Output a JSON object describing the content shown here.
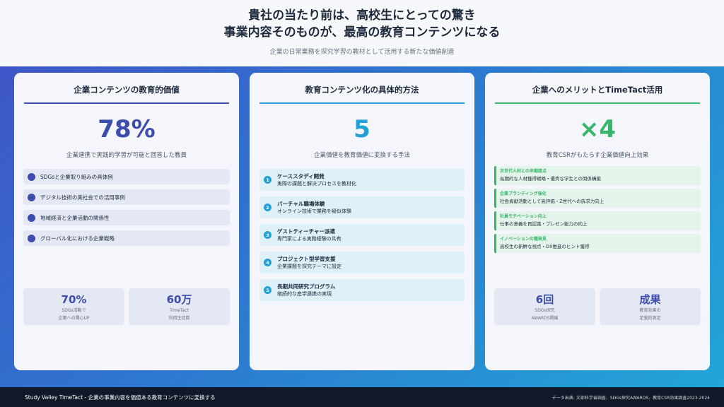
{
  "header": {
    "title_line1": "貴社の当たり前は、高校生にとっての驚き",
    "title_line2": "事業内容そのものが、最高の教育コンテンツになる",
    "subtitle": "企業の日常業務を探究学習の教材として活用する新たな価値創造"
  },
  "card1": {
    "title": "企業コンテンツの教育的価値",
    "big_value": "78%",
    "big_label": "企業連携で実践的学習が可能と回答した教員",
    "items": [
      {
        "label": "SDGsと企業取り組みの具体例"
      },
      {
        "label": "デジタル技術の実社会での活用事例"
      },
      {
        "label": "地域経済と企業活動の関係性"
      },
      {
        "label": "グローバル化における企業戦略"
      }
    ],
    "stats": [
      {
        "value": "70%",
        "label1": "SDGs活動で",
        "label2": "企業への関心UP"
      },
      {
        "value": "60万",
        "label1": "TimeTact",
        "label2": "利用生徒数"
      }
    ]
  },
  "card2": {
    "title": "教育コンテンツ化の具体的方法",
    "big_value": "5",
    "big_label": "企業価値を教育価値に変換する手法",
    "items": [
      {
        "num": "1",
        "head": "ケーススタディ開発",
        "sub": "実際の課題と解決プロセスを教材化"
      },
      {
        "num": "2",
        "head": "バーチャル職場体験",
        "sub": "オンライン技術で業務を疑似体験"
      },
      {
        "num": "3",
        "head": "ゲストティーチャー派遣",
        "sub": "専門家による実務経験の共有"
      },
      {
        "num": "4",
        "head": "プロジェクト型学習支援",
        "sub": "企業課題を探究テーマに設定"
      },
      {
        "num": "5",
        "head": "長期共同研究プログラム",
        "sub": "継続的な産学連携の実現"
      }
    ]
  },
  "card3": {
    "title": "企業へのメリットとTimeTact活用",
    "big_value": "×4",
    "big_label": "教育CSRがもたらす企業価値向上効果",
    "items": [
      {
        "head": "次世代人材との早期接点",
        "sub": "長期的な人材獲得戦略・優秀な学生との関係構築"
      },
      {
        "head": "企業ブランディング強化",
        "sub": "社会貢献活動として高評価・Z世代への訴求力向上"
      },
      {
        "head": "社員モチベーション向上",
        "sub": "仕事の意義を再認識・プレゼン能力の向上"
      },
      {
        "head": "イノベーションの種発見",
        "sub": "高校生の新鮮な視点・DX推進のヒント獲得"
      }
    ],
    "stats": [
      {
        "value": "6回",
        "label1": "SDGs探究",
        "label2": "AWARDS開催"
      },
      {
        "value": "成果",
        "label1": "教育効果の",
        "label2": "定量的測定"
      }
    ]
  },
  "footer": {
    "left": "Study Valley TimeTact - 企業の事業内容を価値ある教育コンテンツに変換する",
    "right": "データ出典: 文部科学省調査、SDGs探究AWARDS、教育CSR効果調査2023-2024"
  }
}
